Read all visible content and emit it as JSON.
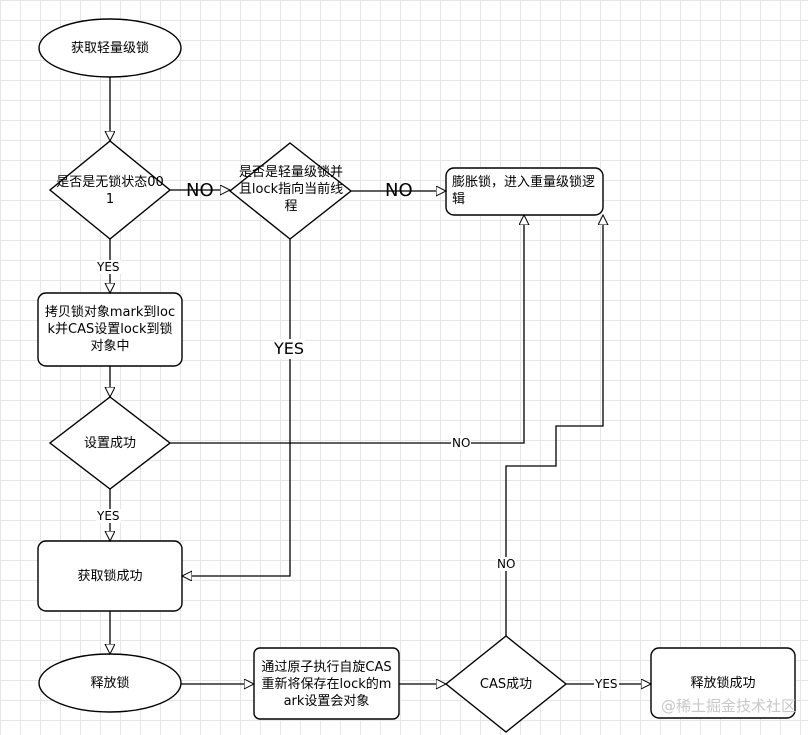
{
  "nodes": {
    "start": "获取轻量级锁",
    "is_unlocked": "是否是无锁状态001",
    "is_lightweight": "是否是轻量级锁并且lock指向当前线程",
    "inflate": "膨胀锁，进入重量级锁逻辑",
    "copy_mark": "拷贝锁对象mark到lock并CAS设置lock到锁对象中",
    "set_success": "设置成功",
    "acquire_success": "获取锁成功",
    "release": "释放锁",
    "cas_restore": "通过原子执行自旋CAS重新将保存在lock的mark设置会对象",
    "cas_success": "CAS成功",
    "release_success": "释放锁成功"
  },
  "edges": {
    "no_1": "NO",
    "no_2": "NO",
    "yes_1": "YES",
    "yes_2": "YES",
    "no_3": "NO",
    "yes_3": "YES",
    "no_4": "NO",
    "yes_4": "YES"
  },
  "watermark": "@稀土掘金技术社区"
}
